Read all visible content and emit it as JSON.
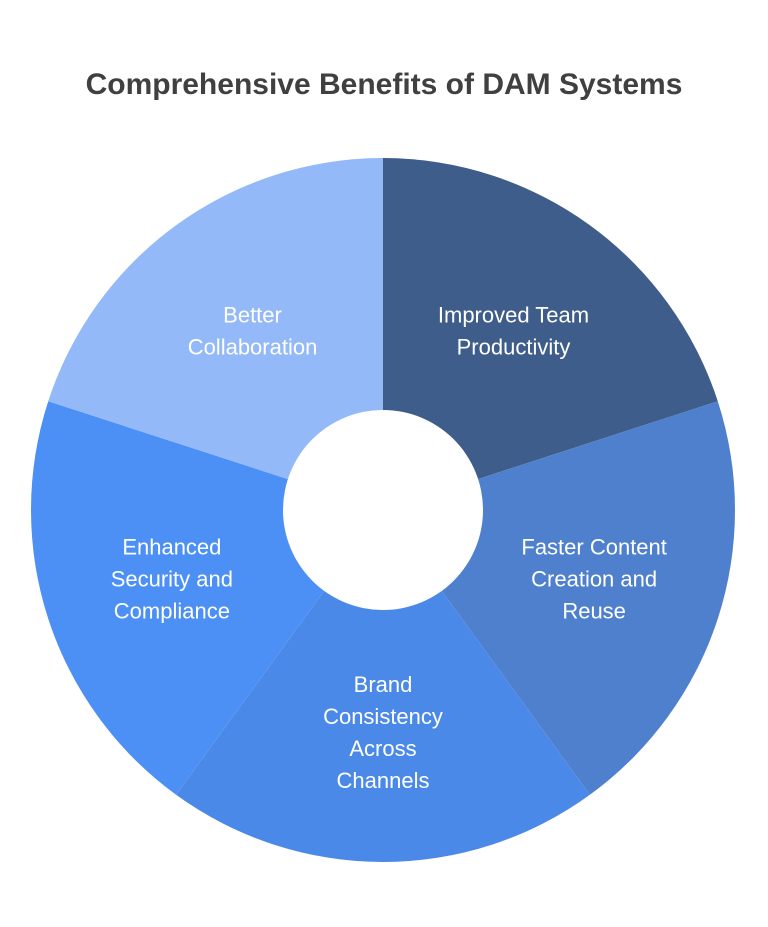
{
  "title": "Comprehensive Benefits of DAM Systems",
  "segments": [
    {
      "lines": [
        "Improved Team",
        "Productivity"
      ],
      "color": "#3F5D8A"
    },
    {
      "lines": [
        "Faster Content",
        "Creation and",
        "Reuse"
      ],
      "color": "#4F80CE"
    },
    {
      "lines": [
        "Brand",
        "Consistency",
        "Across",
        "Channels"
      ],
      "color": "#4B89E8"
    },
    {
      "lines": [
        "Enhanced",
        "Security and",
        "Compliance"
      ],
      "color": "#4C90F6"
    },
    {
      "lines": [
        "Better",
        "Collaboration"
      ],
      "color": "#93B9F9"
    }
  ]
}
